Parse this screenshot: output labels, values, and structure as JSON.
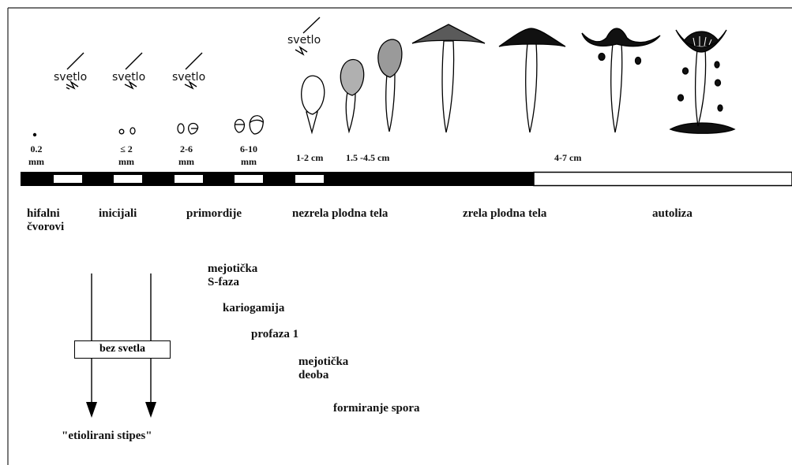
{
  "light_label": "svetlo",
  "sizes": [
    {
      "line1": "0.2",
      "line2": "mm"
    },
    {
      "line1": "≤ 2",
      "line2": "mm"
    },
    {
      "line1": "2-6",
      "line2": "mm"
    },
    {
      "line1": "6-10",
      "line2": "mm"
    },
    {
      "line1": "1-2 cm",
      "line2": ""
    },
    {
      "line1": "1.5 -4.5 cm",
      "line2": ""
    },
    {
      "line1": "4-7 cm",
      "line2": ""
    }
  ],
  "stages": {
    "hyphal_knots": {
      "line1": "hifalni",
      "line2": "čvorovi"
    },
    "initials": "inicijali",
    "primordia": "primordije",
    "immature": "nezrela plodna tela",
    "mature": "zrela plodna tela",
    "autolysis": "autoliza"
  },
  "meiosis": {
    "s_phase_1": "mejotička",
    "s_phase_2": "S-faza",
    "karyogamy": "kariogamija",
    "prophase": "profaza 1",
    "division_1": "mejotička",
    "division_2": "deoba",
    "spores": "formiranje spora"
  },
  "dark_branch": {
    "box_label": "bez svetla",
    "result": "\"etiolirani stipes\""
  },
  "colors": {
    "cap_dark": "#5a5a5a",
    "cap_gray": "#b0b0b0",
    "cap_black": "#111111"
  }
}
